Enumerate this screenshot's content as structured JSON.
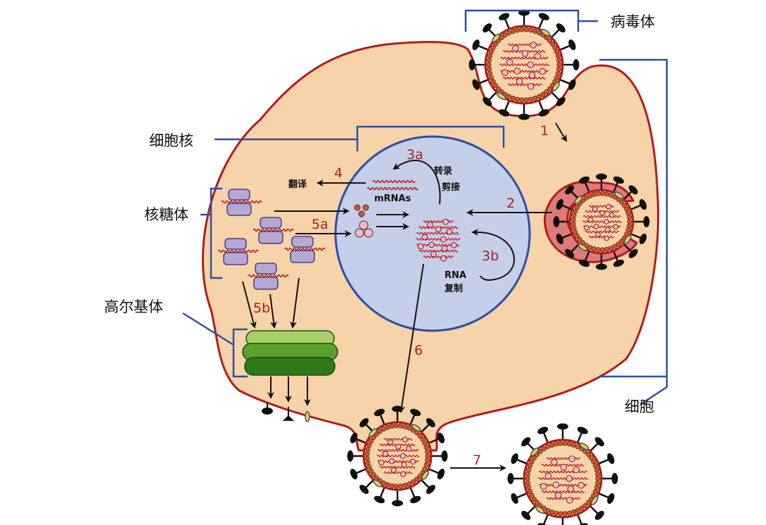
{
  "labels": {
    "virion": "病毒体",
    "nucleus": "细胞核",
    "ribosome": "核糖体",
    "golgi": "高尔基体",
    "cell": "细胞"
  },
  "steps": {
    "s1": "1",
    "s2": "2",
    "s3a": "3a",
    "s3b": "3b",
    "s4": "4",
    "s5a": "5a",
    "s5b": "5b",
    "s6": "6",
    "s7": "7"
  },
  "annotations": {
    "translation": "翻译",
    "transcription": "转录",
    "splicing": "剪接",
    "mrnas": "mRNAs",
    "rna": "RNA",
    "replication": "复制"
  },
  "colors": {
    "cytoplasm": "#f6d3a8",
    "membrane": "#b01c1c",
    "nucleus": "#c5cfe9",
    "nucleus_border": "#2d4ea3",
    "bracket": "#2d4ea3",
    "ribosome": "#b4a8d4",
    "golgi": "#5aa02c",
    "spike": "#111111",
    "endosome": "#e07a78"
  }
}
